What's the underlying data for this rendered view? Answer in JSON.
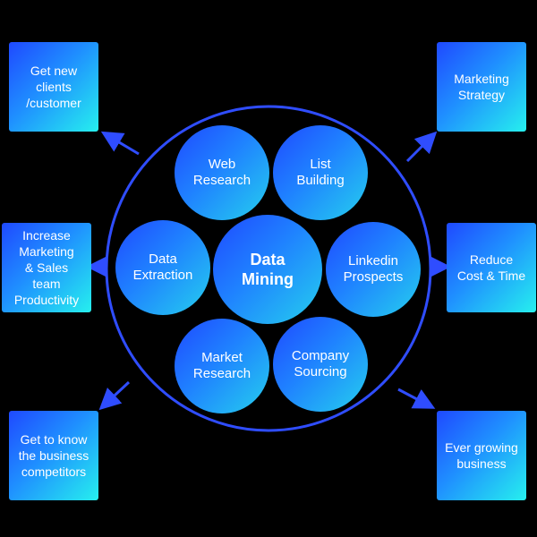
{
  "center": {
    "label": "Data\nMining"
  },
  "inner": [
    {
      "id": "web",
      "label": "Web\nResearch"
    },
    {
      "id": "list",
      "label": "List\nBuilding"
    },
    {
      "id": "extract",
      "label": "Data\nExtraction"
    },
    {
      "id": "linkedin",
      "label": "Linkedin\nProspects"
    },
    {
      "id": "market",
      "label": "Market\nResearch"
    },
    {
      "id": "company",
      "label": "Company\nSourcing"
    }
  ],
  "outcomes": [
    {
      "id": "clients",
      "label": "Get new\nclients\n/customer"
    },
    {
      "id": "marketing",
      "label": "Marketing\nStrategy"
    },
    {
      "id": "productivity",
      "label": "Increase\nMarketing\n& Sales\nteam\nProductivity"
    },
    {
      "id": "reduce",
      "label": "Reduce\nCost & Time"
    },
    {
      "id": "competitors",
      "label": "Get to know\nthe business\ncompetitors"
    },
    {
      "id": "growing",
      "label": "Ever growing\nbusiness"
    }
  ],
  "colors": {
    "line": "#2f4dff",
    "gradient_start": "#1f49ff",
    "gradient_end": "#26f0ee"
  }
}
